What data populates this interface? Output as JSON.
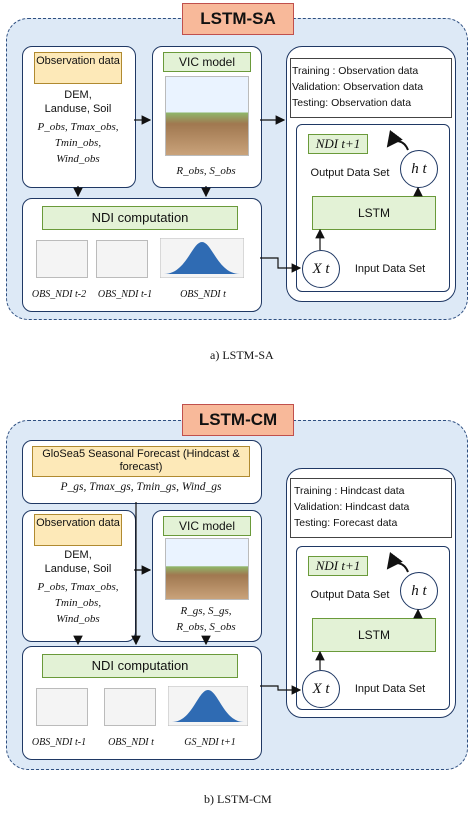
{
  "top": {
    "title": "LSTM-SA",
    "observation": {
      "header": "Observation data",
      "inputs": [
        "DEM,",
        "Landuse, Soil"
      ],
      "vars": [
        "P_obs, Tmax_obs,",
        "Tmin_obs,",
        "Wind_obs"
      ]
    },
    "vic": {
      "header": "VIC model",
      "outputs": "R_obs, S_obs"
    },
    "ndi": {
      "header": "NDI computation",
      "labels": [
        "OBS_NDI t-2",
        "OBS_NDI t-1",
        "OBS_NDI t"
      ]
    },
    "config": [
      "Training : Observation data",
      "Validation: Observation data",
      "Testing: Observation data"
    ],
    "lstm": {
      "label": "LSTM",
      "output_label": "NDI t+1",
      "output_caption": "Output Data Set",
      "hidden": "h t",
      "input": "X t",
      "input_caption": "Input Data Set"
    },
    "caption": "a) LSTM-SA"
  },
  "bottom": {
    "title": "LSTM-CM",
    "forecast": {
      "header": "GloSea5 Seasonal Forecast (Hindcast & forecast)",
      "vars": "P_gs, Tmax_gs, Tmin_gs, Wind_gs"
    },
    "observation": {
      "header": "Observation data",
      "inputs": [
        "DEM,",
        "Landuse, Soil"
      ],
      "vars": [
        "P_obs, Tmax_obs,",
        "Tmin_obs,",
        "Wind_obs"
      ]
    },
    "vic": {
      "header": "VIC model",
      "outputs": [
        "R_gs, S_gs,",
        "R_obs, S_obs"
      ]
    },
    "ndi": {
      "header": "NDI computation",
      "labels": [
        "OBS_NDI t-1",
        "OBS_NDI t",
        "GS_NDI t+1"
      ]
    },
    "config": [
      "Training : Hindcast data",
      "Validation: Hindcast data",
      "Testing: Forecast data"
    ],
    "lstm": {
      "label": "LSTM",
      "output_label": "NDI t+1",
      "output_caption": "Output Data Set",
      "hidden": "h t",
      "input": "X t",
      "input_caption": "Input Data Set"
    },
    "caption": "b) LSTM-CM"
  },
  "colors": {
    "panel": "#dde9f6",
    "title_tag": "#f8b99a",
    "yellow_label": "#fde9b8",
    "green_label": "#e3f2d6",
    "border": "#1f3864"
  }
}
